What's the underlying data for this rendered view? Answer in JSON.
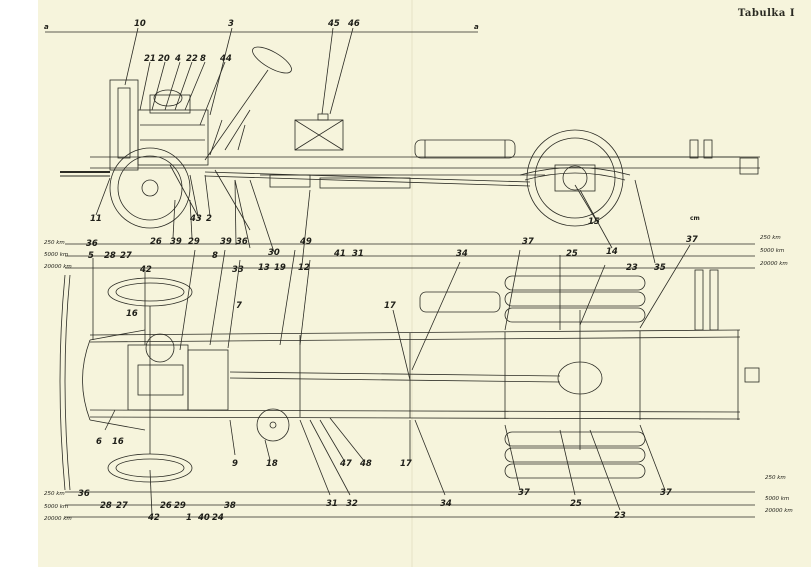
{
  "title": "Tabulka I",
  "unit_mark": "cm",
  "colors": {
    "paper": "#f6f4dc",
    "ink": "#2b2b24",
    "margin": "#ffffff"
  },
  "scale_labels": [
    "250 km",
    "5000 km",
    "20000 km",
    "250 km",
    "5000 km",
    "20000 km",
    "250 km",
    "5000 km",
    "20000 km",
    "250 km",
    "5000 km",
    "20000 km"
  ],
  "section_marks": [
    "a",
    "a"
  ],
  "side_labels": [
    "10",
    "3",
    "45",
    "46",
    "21",
    "20",
    "4",
    "22",
    "8",
    "44",
    "11",
    "43",
    "2",
    "15",
    "14"
  ],
  "plan_labels": [
    "36",
    "26",
    "39",
    "29",
    "39",
    "36",
    "30",
    "13",
    "19",
    "12",
    "49",
    "41",
    "31",
    "34",
    "37",
    "25",
    "23",
    "35",
    "37",
    "5",
    "28",
    "27",
    "42",
    "16",
    "8",
    "33",
    "7",
    "17",
    "6",
    "16",
    "9",
    "18",
    "47",
    "48",
    "31",
    "32",
    "17",
    "34",
    "37",
    "25",
    "23",
    "37",
    "36",
    "28",
    "27",
    "26",
    "29",
    "1",
    "40",
    "24",
    "38",
    "42"
  ]
}
